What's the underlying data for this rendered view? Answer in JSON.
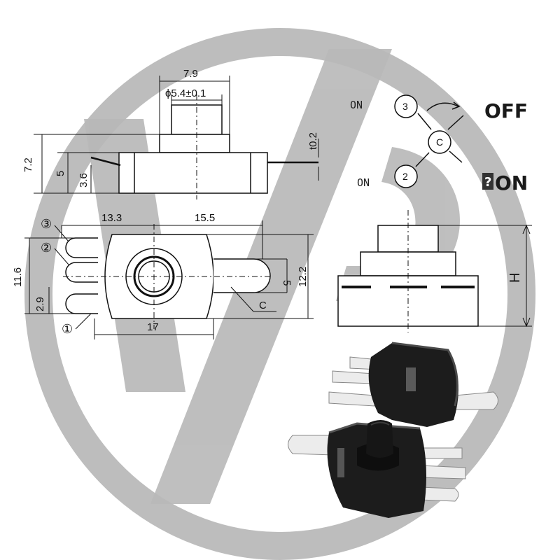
{
  "switch_diagram": {
    "colors": {
      "line": "#111111",
      "watermark": "#b4b4b4",
      "body_dark": "#1c1c1c",
      "pin_light": "#ececec"
    },
    "side_view": {
      "dim_top": "7.9",
      "dim_diameter": "ϕ5.4±0.1",
      "dim_height_total": "7.2",
      "dim_height_5": "5",
      "dim_height_3_6": "3.6",
      "dim_thickness": "t0.2"
    },
    "top_view": {
      "dim_left": "13.3",
      "dim_right": "15.5",
      "dim_left_height": "11.6",
      "dim_pitch": "2.9",
      "dim_bottom": "17",
      "dim_pin_width": "5",
      "dim_right_height": "12.2",
      "pin_label_c": "C",
      "pin_1": "①",
      "pin_2": "②",
      "pin_3": "③"
    },
    "schematic": {
      "label_on_top": "ON",
      "label_off": "OFF",
      "label_on_bottom": "ON",
      "label_on_big": "ON",
      "node_3": "3",
      "node_c": "C",
      "node_2": "2",
      "unknown_glyph": "?"
    },
    "height_view": {
      "dim_h": "H"
    }
  }
}
